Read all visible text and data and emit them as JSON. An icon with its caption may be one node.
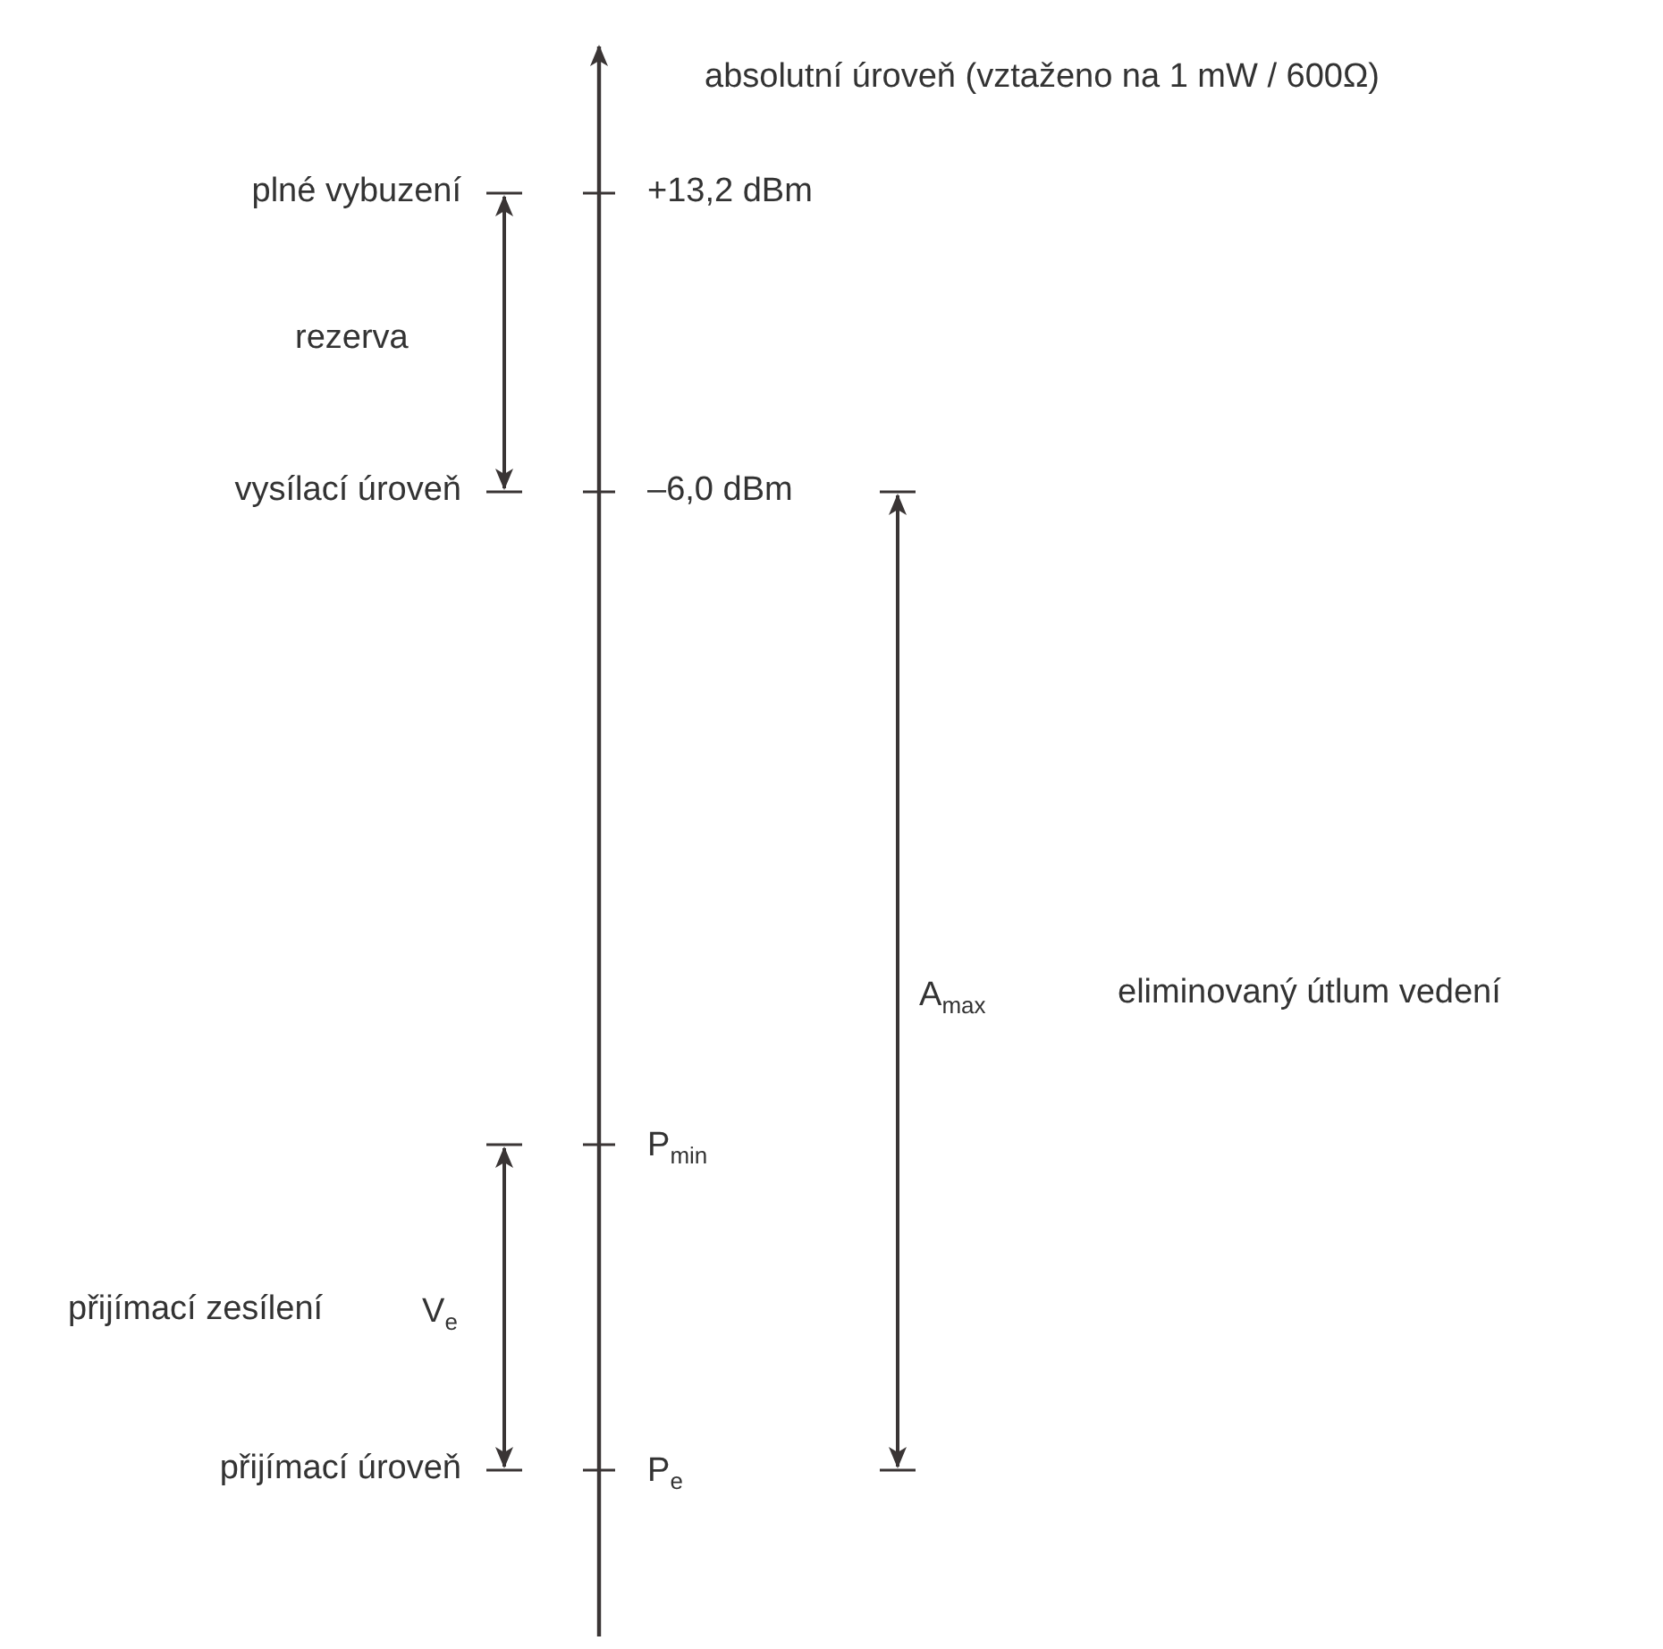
{
  "diagram": {
    "labels": [
      "absolutní úroveň (vztaženo na 1 mW / 600Ω)",
      "plné vybuzení",
      "+13,2 dBm",
      "rezerva",
      "vysílací úroveň",
      "–6,0 dBm",
      "A$_{max}$",
      "eliminovaný útlum vedení",
      "P$_{min}$",
      "přijímací zesílení",
      "V$_{e}$",
      "přijímací úroveň",
      "P$_{e}$"
    ]
  }
}
